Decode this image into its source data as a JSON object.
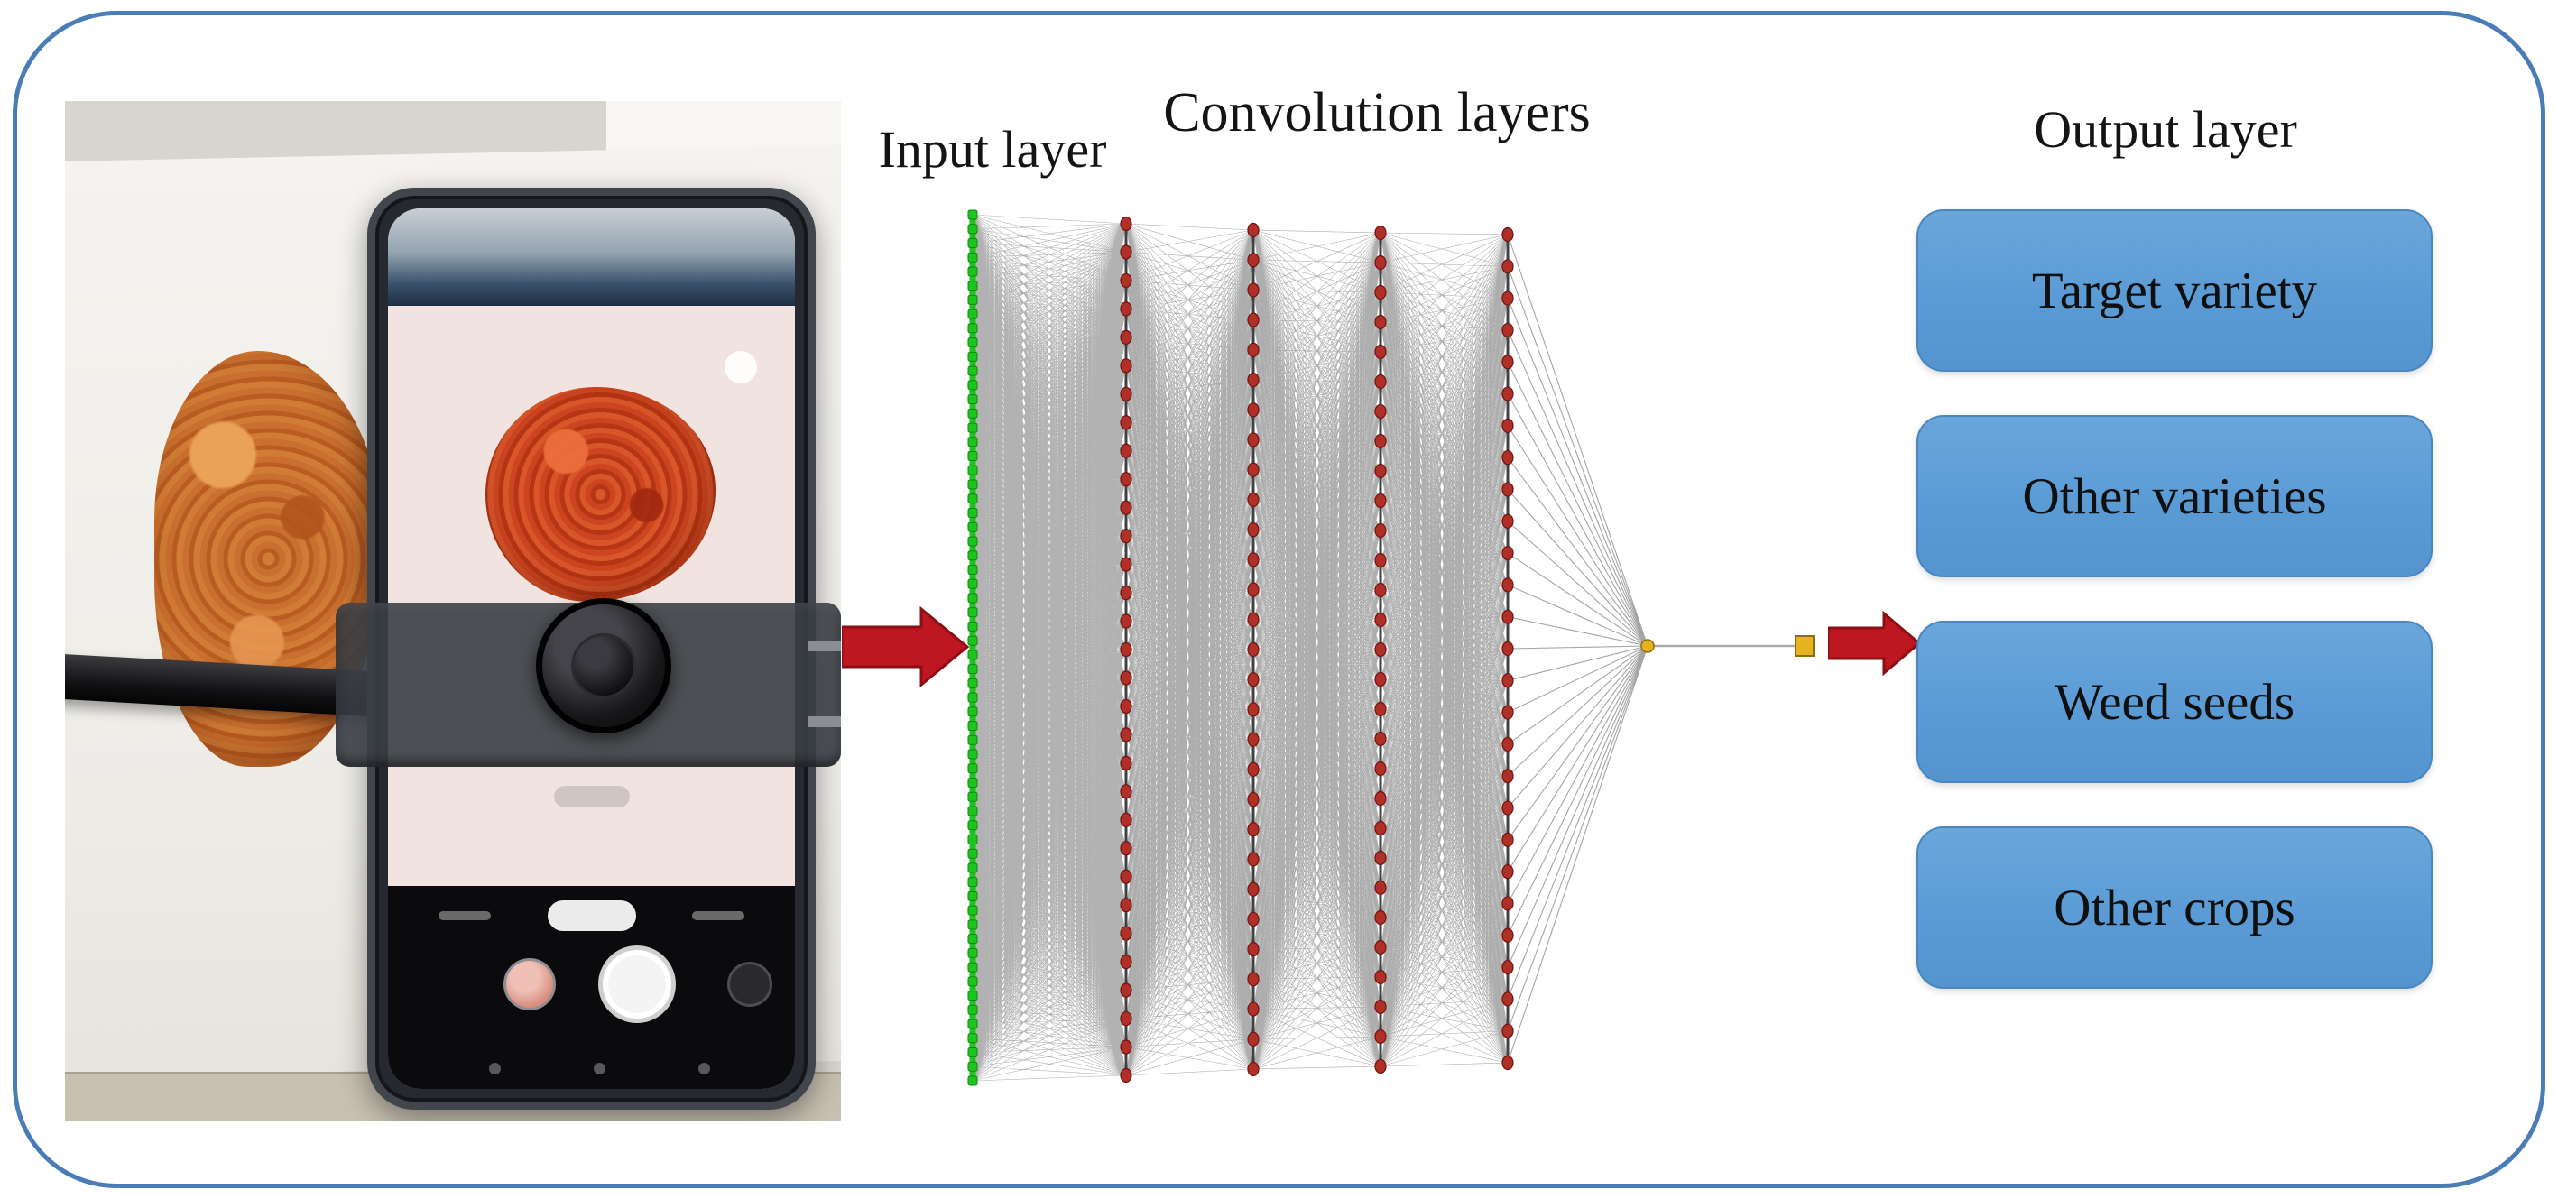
{
  "figure": {
    "labels": {
      "input_layer": "Input layer",
      "convolution_layers": "Convolution layers",
      "output_layer": "Output layer"
    },
    "output_classes": [
      {
        "label": "Target variety"
      },
      {
        "label": "Other varieties"
      },
      {
        "label": "Weed seeds"
      },
      {
        "label": "Other crops"
      }
    ],
    "colors": {
      "border_blue": "#4a7cb5",
      "box_blue": "#5b9bd5",
      "box_border": "#4a86c0",
      "arrow_red": "#bf1722",
      "arrow_red_dark": "#8c0f14",
      "input_node_green": "#1ec41e",
      "conv_node_red": "#b03028",
      "output_node_yellow": "#e6b31e",
      "edge_black": "#000000",
      "fan_gray": "#9a9a9a"
    },
    "network": {
      "input_count": 62,
      "conv_layer_counts": [
        31,
        29,
        29,
        27
      ],
      "output_count": 1
    }
  }
}
